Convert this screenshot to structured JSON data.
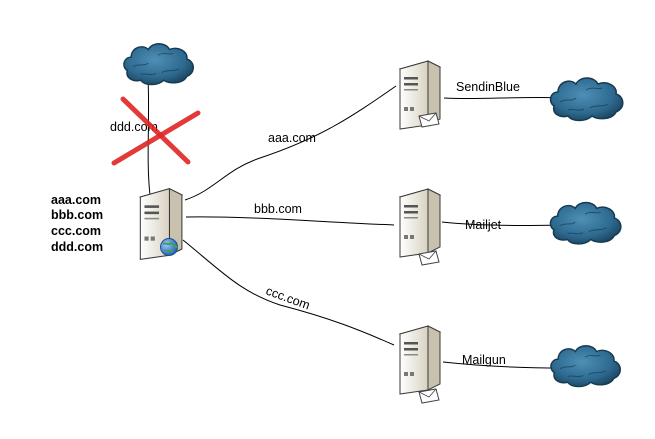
{
  "main_server": {
    "domains": [
      "aaa.com",
      "bbb.com",
      "ccc.com",
      "ddd.com"
    ]
  },
  "blocked_link": {
    "label": "ddd.com"
  },
  "relays": [
    {
      "link_label": "aaa.com",
      "provider": "SendinBlue"
    },
    {
      "link_label": "bbb.com",
      "provider": "Mailjet"
    },
    {
      "link_label": "ccc.com",
      "provider": "Mailgun"
    }
  ],
  "colors": {
    "cross": "#e02424",
    "cloud": "#2f6b8f",
    "cloud_dark": "#173a52",
    "server_body": "#f2eee4",
    "globe": "#3d7fd1"
  },
  "icons": {
    "cloud": "cloud-icon",
    "server": "server-icon",
    "relay": "mail-server-icon",
    "globe": "globe-icon",
    "cross": "cross-icon"
  }
}
